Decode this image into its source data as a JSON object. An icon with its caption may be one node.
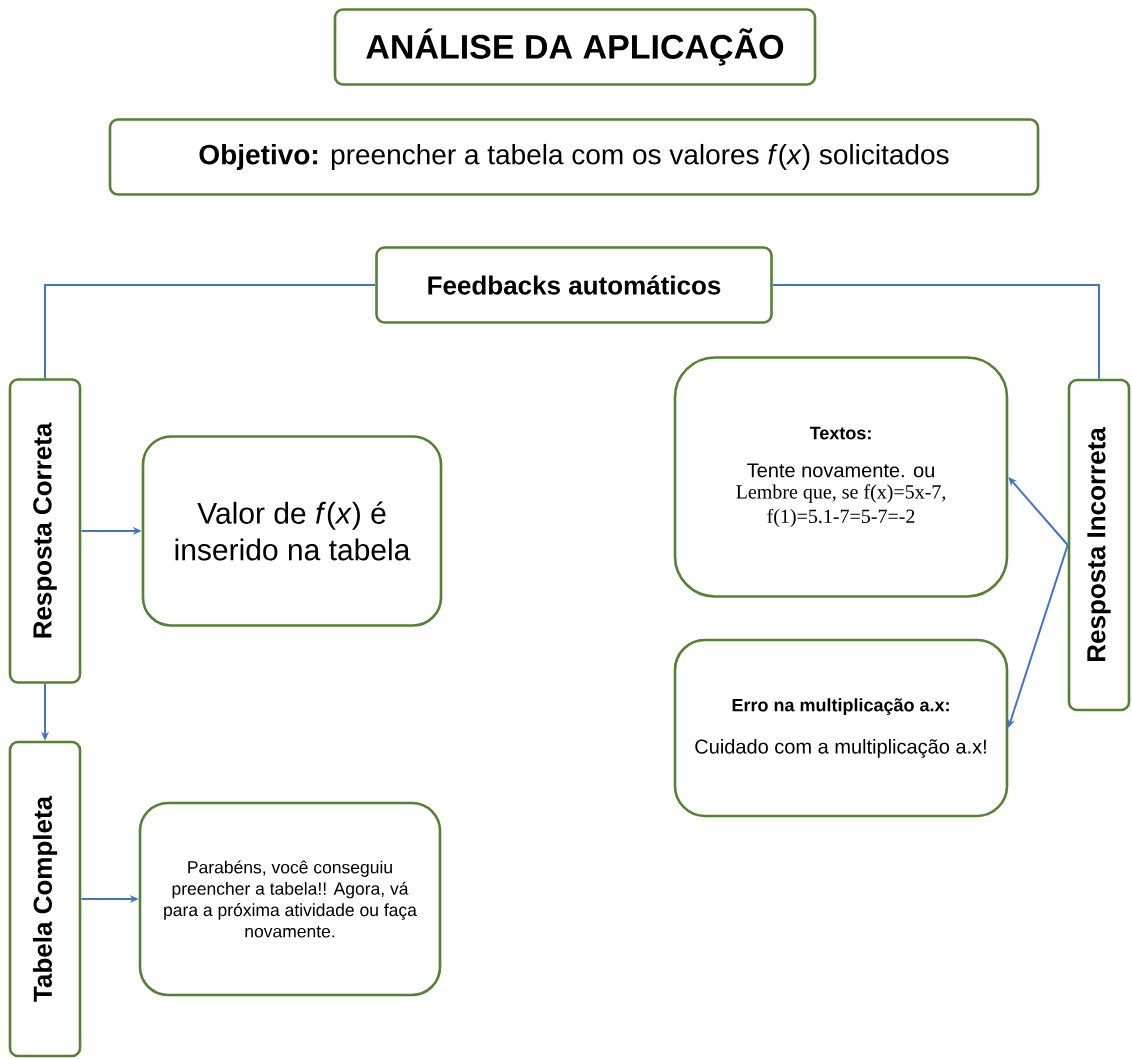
{
  "diagram": {
    "nodes": [
      {
        "text": [
          "ANÁLISE DA APLICAÇÃO"
        ]
      },
      {
        "text": [
          "**Objetivo:** preencher a tabela com os valores *f*(*x*) solicitados"
        ]
      },
      {
        "text": [
          "Feedbacks automáticos"
        ]
      },
      {
        "text": [
          "Resposta Correta"
        ]
      },
      {
        "text": [
          "Valor de *f*(*x*) é inserido na tabela"
        ]
      },
      {
        "text": [
          "Tabela Completa"
        ]
      },
      {
        "text": [
          "Parabéns, você conseguiu preencher a tabela!! Agora, vá para a próxima atividade ou faça novamente."
        ]
      },
      {
        "text": [
          "Textos:",
          "Tente novamente. ou",
          "Lembre que, se f(x)=5x-7, f(1)=5.1-7=5-7=-2"
        ]
      },
      {
        "text": [
          "Erro na multiplicação a.x:",
          "Cuidado com a multiplicação a.x!"
        ]
      },
      {
        "text": [
          "Resposta Incorreta"
        ]
      }
    ],
    "edges": [
      {
        "from": 2,
        "to": 3,
        "arrow": "none"
      },
      {
        "from": 2,
        "to": 9,
        "arrow": "none"
      },
      {
        "from": 3,
        "to": 4,
        "arrow": "to"
      },
      {
        "from": 3,
        "to": 5,
        "arrow": "to"
      },
      {
        "from": 5,
        "to": 6,
        "arrow": "to"
      },
      {
        "from": 9,
        "to": 7,
        "arrow": "to"
      },
      {
        "from": 9,
        "to": 8,
        "arrow": "to"
      }
    ]
  }
}
